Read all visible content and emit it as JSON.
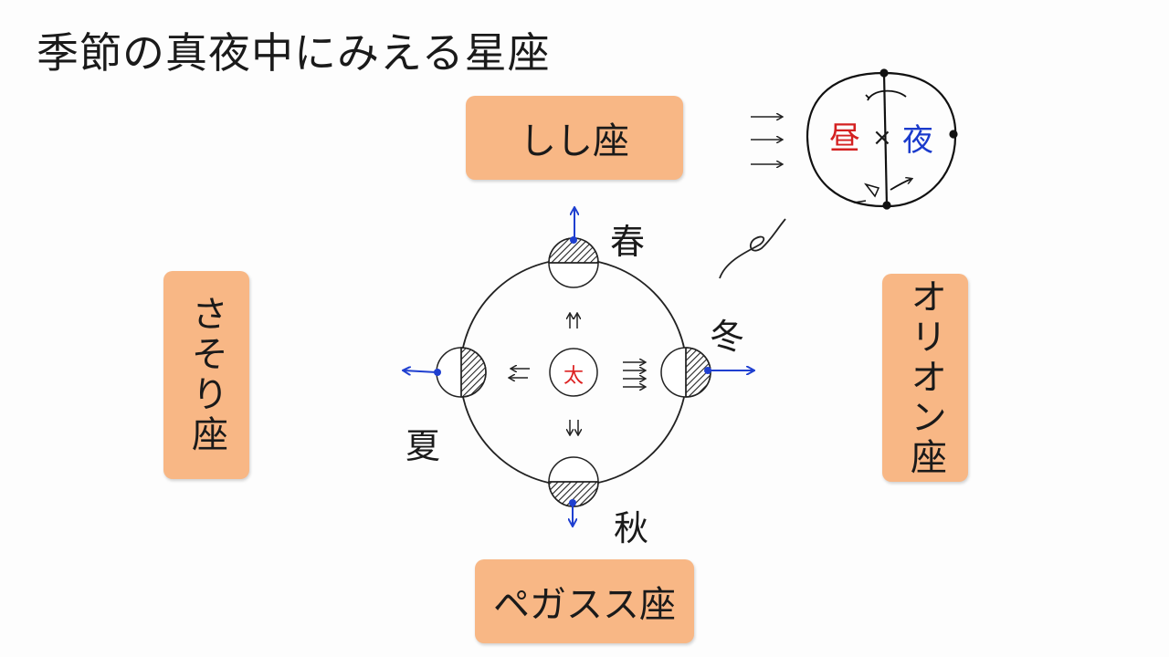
{
  "title": "季節の真夜中にみえる星座",
  "constellations": {
    "top": "しし座",
    "left": "さそり座",
    "right": "オリオン座",
    "bottom": "ペガスス座"
  },
  "seasons": {
    "spring": "春",
    "winter": "冬",
    "summer": "夏",
    "autumn": "秋"
  },
  "sun": "太",
  "inset": {
    "day": "昼",
    "night": "夜",
    "axis_mark": "×"
  },
  "colors": {
    "box": "#f8b785",
    "arrow": "#1f3fd0",
    "sun": "#d22222"
  }
}
